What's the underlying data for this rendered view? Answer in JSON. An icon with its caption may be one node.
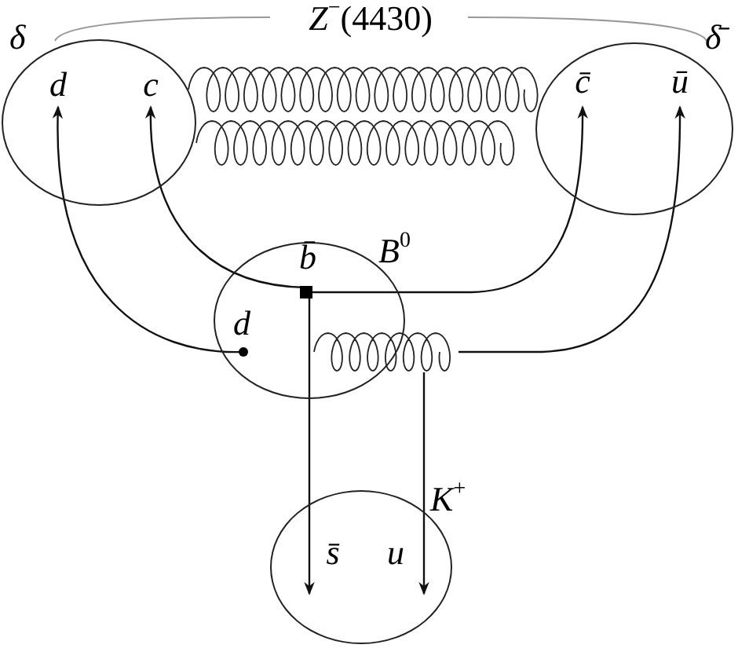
{
  "diagram": {
    "nodes": [
      {
        "text": [
          "δ"
        ]
      },
      {
        "text": [
          "d"
        ],
        "in": 0
      },
      {
        "text": [
          "c"
        ],
        "in": 0
      },
      {
        "text": [],
        "shape": "coil"
      },
      {
        "text": [],
        "shape": "coil"
      },
      {
        "text": [
          "δ̄"
        ]
      },
      {
        "text": [
          "c̄"
        ],
        "in": 5
      },
      {
        "text": [
          "ū"
        ],
        "in": 5
      },
      {
        "text": [
          "*B*$^{0}$"
        ]
      },
      {
        "text": [
          "b̄"
        ],
        "in": 8
      },
      {
        "text": [
          "d"
        ],
        "in": 8
      },
      {
        "text": [],
        "shape": "coil"
      },
      {
        "text": [
          "*K*$^{+}$"
        ]
      },
      {
        "text": [
          "s̄"
        ],
        "in": 12
      },
      {
        "text": [
          "u"
        ],
        "in": 12
      }
    ],
    "edges": [
      {
        "from": 10,
        "to": 1,
        "arrow": "to"
      },
      {
        "from": 9,
        "to": 2,
        "arrow": "to"
      },
      {
        "from": 9,
        "to": 6,
        "arrow": "to"
      },
      {
        "from": 9,
        "to": 13,
        "arrow": "to"
      },
      {
        "from": 11,
        "to": 7,
        "arrow": "to"
      },
      {
        "from": 11,
        "to": 14,
        "arrow": "to"
      }
    ],
    "labels": [
      "*Z*$^{−}$(4430)"
    ]
  }
}
